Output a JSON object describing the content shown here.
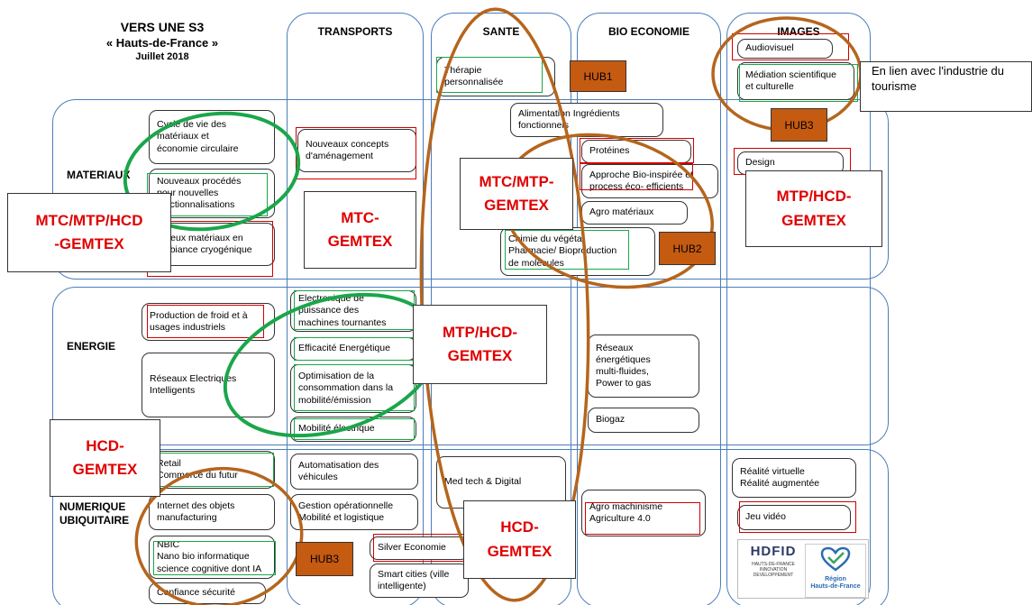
{
  "header": {
    "title": "VERS UNE S3",
    "region": "« Hauts-de-France »",
    "date": "Juillet 2018"
  },
  "columns": [
    "TRANSPORTS",
    "SANTE",
    "BIO ECONOMIE",
    "IMAGES"
  ],
  "rows": [
    "MATERIAUX",
    "ENERGIE",
    "NUMERIQUE\nUBIQUITAIRE"
  ],
  "cells": {
    "mat_cycle": "Cycle de vie des\nmatériaux et\néconomie circulaire",
    "mat_procedes": "Nouveaux procédés\npour nouvelles\nfonctionnalisations",
    "mat_enjeux": "Enjeux matériaux en\nambiance cryogénique",
    "trans_concepts": "Nouveaux concepts\nd'aménagement",
    "sante_therapie": "Thérapie\npersonnalisée",
    "sante_alimentation": "Alimentation Ingrédients\nfonctionnels",
    "bio_proteines": "Protéines",
    "bio_approche": "Approche Bio-inspirée et\nprocess  éco- efficients",
    "bio_agro": "Agro matériaux",
    "bio_chimie": "Chimie du végétal\nPharmacie/ Bioproduction\nde molécules",
    "img_audiovisuel": "Audiovisuel",
    "img_mediation": "Médiation scientifique\net culturelle",
    "img_design": "Design",
    "en_froid": "Production de froid et à\nusages industriels",
    "en_reseaux": "Réseaux Electriques\nIntelligents",
    "trans_electronique": "Electronique de\npuissance des\nmachines tournantes",
    "trans_efficacite": "Efficacité Energétique",
    "trans_optimisation": "Optimisation de la\nconsommation dans la\nmobilité/émission",
    "trans_mobilite": "Mobilité électrique",
    "bio_reseaux": "Réseaux\nénergétiques\nmulti-fluides,\nPower to gas",
    "bio_biogaz": "Biogaz",
    "num_retail": "Retail\nCommerce du futur",
    "num_iot": "Internet des objets\nmanufacturing",
    "num_nbic": "NBIC\nNano bio informatique\nscience cognitive dont IA",
    "num_confiance": "Confiance sécurité",
    "trans_automatisation": "Automatisation des\nvéhicules",
    "trans_gestion": "Gestion opérationnelle\nMobilité et logistique",
    "sante_medtech": "Med tech & Digital",
    "sante_silver": "Silver Economie",
    "sante_smart": "Smart cities (ville\nintelligente)",
    "bio_agromachinisme": "Agro machinisme\nAgriculture 4.0",
    "img_rv": "Réalité virtuelle\nRéalité augmentée",
    "img_jeu": "Jeu vidéo"
  },
  "labels": {
    "mtc_mtp_hcd": "MTC/MTP/HCD\n-GEMTEX",
    "mtc": "MTC-\nGEMTEX",
    "mtc_mtp": "MTC/MTP-\nGEMTEX",
    "mtp_hcd_img": "MTP/HCD-\nGEMTEX",
    "mtp_hcd_energy": "MTP/HCD-\nGEMTEX",
    "hcd_left": "HCD-\nGEMTEX",
    "hcd_bottom": "HCD-\nGEMTEX"
  },
  "hubs": {
    "hub1": "HUB1",
    "hub2": "HUB2",
    "hub3_img": "HUB3",
    "hub3_num": "HUB3"
  },
  "note": "En lien avec l'industrie du\ntourisme",
  "logos": {
    "hdfid_name": "HDFID",
    "hdfid_sub": "HAUTS-DE-FRANCE\nINNOVATION\nDEVELOPPEMENT",
    "region_name": "Région\nHauts-de-France"
  },
  "colors": {
    "frame": "#4a7ebb",
    "red": "#d00000",
    "green": "#1aa64a",
    "brown": "#b5651d",
    "hub": "#c55a11"
  }
}
